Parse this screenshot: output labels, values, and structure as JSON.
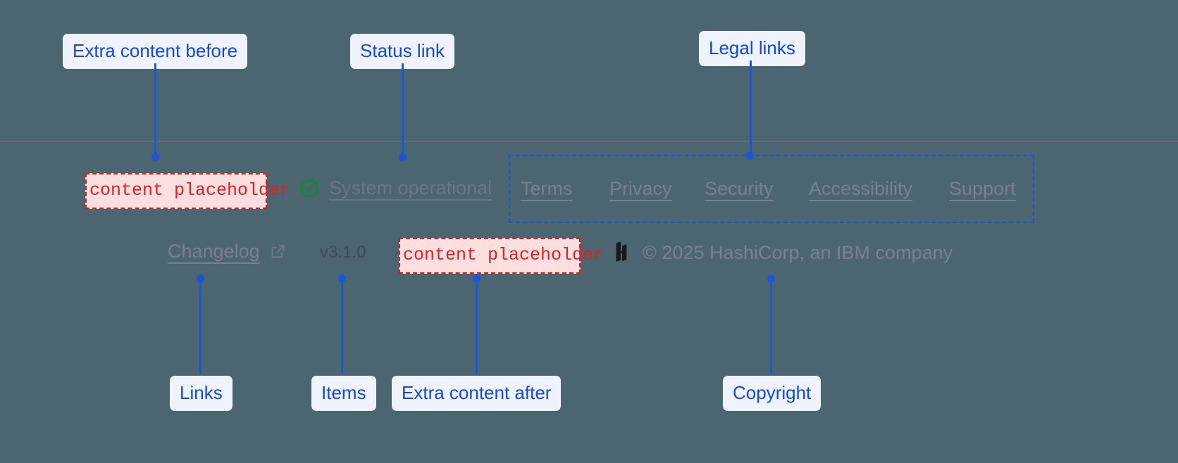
{
  "theme": {
    "background": "#4b6670",
    "annotation_accent": "#1a56db",
    "annotation_pill_bg": "#eef3fe",
    "placeholder_text": "#e02121",
    "placeholder_bg": "#fddfe0",
    "muted_text": "#7b7f93",
    "status_ok": "#118a2e"
  },
  "annotations": {
    "extra_before": "Extra content before",
    "status_link": "Status link",
    "legal_links": "Legal links",
    "links": "Links",
    "items": "Items",
    "extra_after": "Extra content after",
    "copyright": "Copyright"
  },
  "placeholders": {
    "before": "content placeholder",
    "after": "content placeholder"
  },
  "footer": {
    "status": {
      "icon": "circle-check-icon",
      "label": "System operational"
    },
    "legal_links": [
      {
        "label": "Terms"
      },
      {
        "label": "Privacy"
      },
      {
        "label": "Security"
      },
      {
        "label": "Accessibility"
      },
      {
        "label": "Support"
      }
    ],
    "changelog": {
      "label": "Changelog",
      "icon": "external-link-icon"
    },
    "version": "v3.1.0",
    "brand": {
      "logo": "hashicorp-logo",
      "copyright": "© 2025 HashiCorp, an IBM company"
    }
  }
}
